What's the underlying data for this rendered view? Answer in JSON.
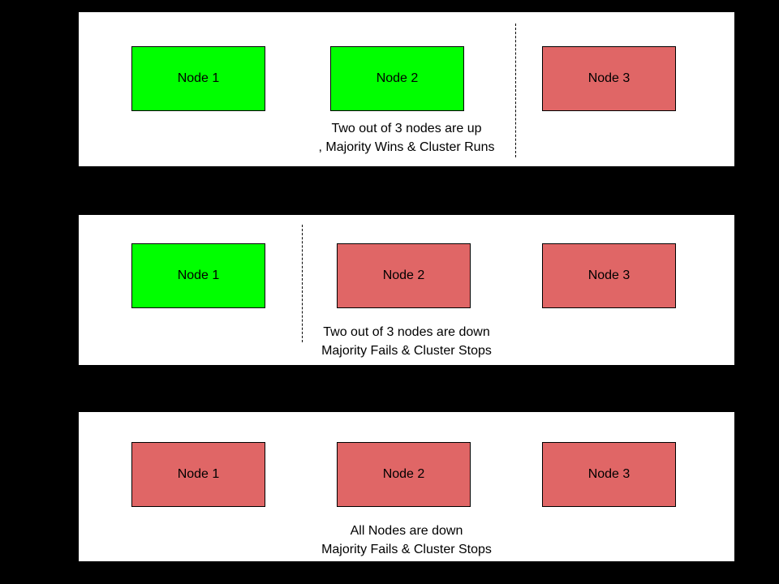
{
  "colors": {
    "background": "#000000",
    "panel": "#ffffff",
    "node_up": "#00ff00",
    "node_down": "#e06666",
    "border": "#000000",
    "text": "#000000"
  },
  "panels": [
    {
      "nodes": [
        {
          "label": "Node 1",
          "status": "up"
        },
        {
          "label": "Node 2",
          "status": "up"
        },
        {
          "label": "Node 3",
          "status": "down"
        }
      ],
      "caption_line1": "Two out of 3 nodes are up",
      "caption_line2": ", Majority Wins & Cluster Runs"
    },
    {
      "nodes": [
        {
          "label": "Node 1",
          "status": "up"
        },
        {
          "label": "Node 2",
          "status": "down"
        },
        {
          "label": "Node 3",
          "status": "down"
        }
      ],
      "caption_line1": "Two out of 3 nodes are down",
      "caption_line2": "Majority Fails & Cluster Stops"
    },
    {
      "nodes": [
        {
          "label": "Node 1",
          "status": "down"
        },
        {
          "label": "Node 2",
          "status": "down"
        },
        {
          "label": "Node 3",
          "status": "down"
        }
      ],
      "caption_line1": "All Nodes are down",
      "caption_line2": "Majority Fails & Cluster Stops"
    }
  ]
}
